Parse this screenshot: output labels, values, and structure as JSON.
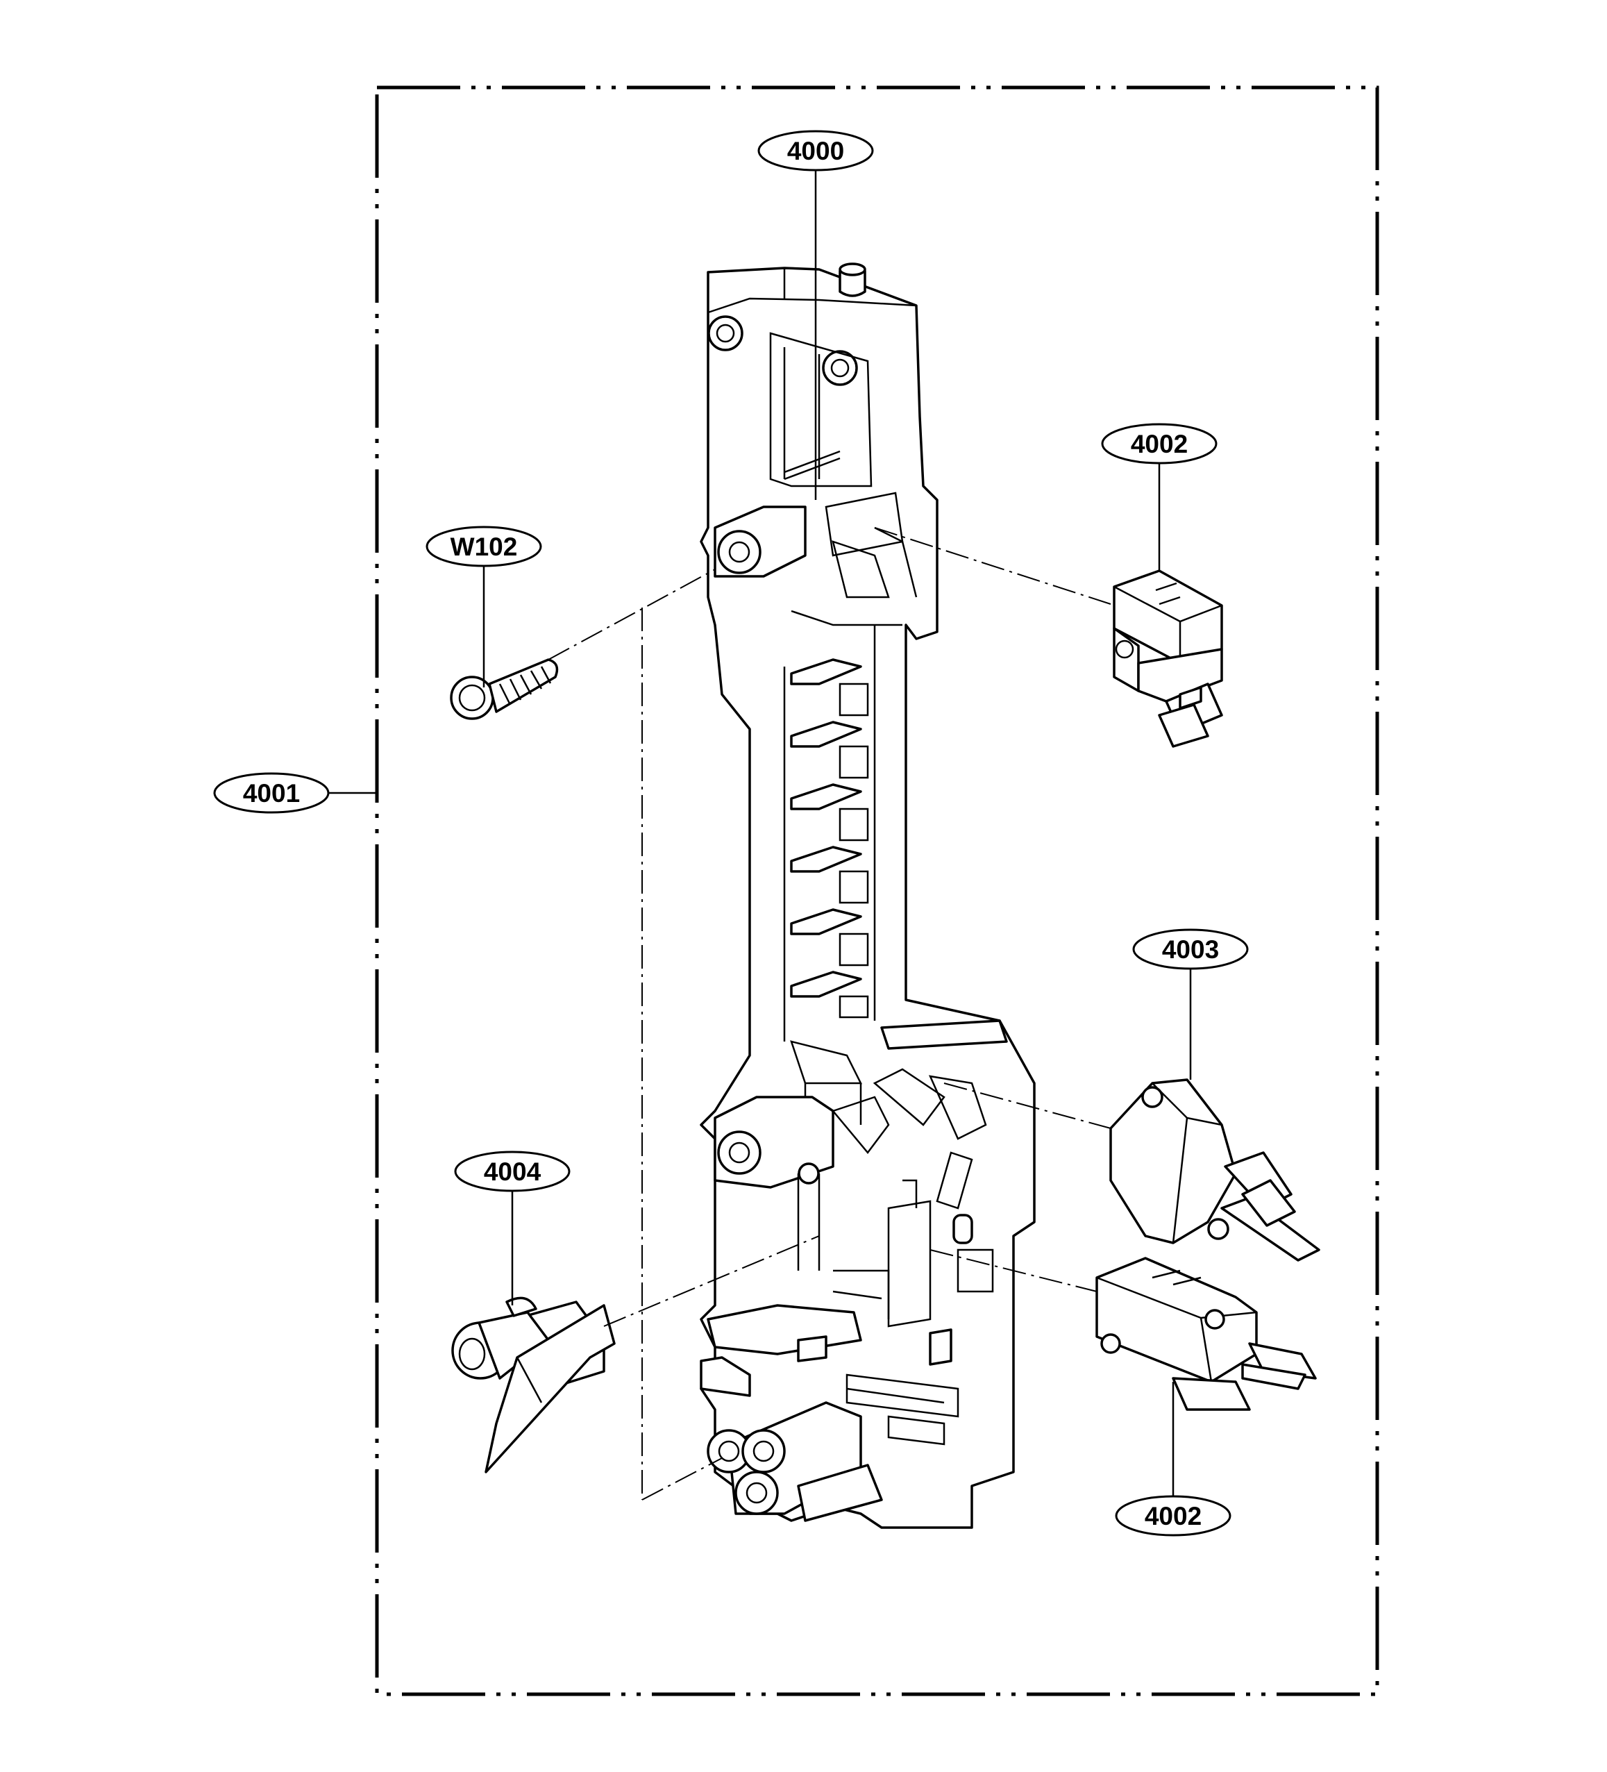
{
  "callouts": {
    "frame_assembly": "4000",
    "assembly": "4001",
    "switch_upper": "4002",
    "switch_middle": "4003",
    "switch_lower": "4002",
    "lever": "4004",
    "screw": "W102"
  },
  "colors": {
    "line": "#000000",
    "background": "#ffffff"
  }
}
